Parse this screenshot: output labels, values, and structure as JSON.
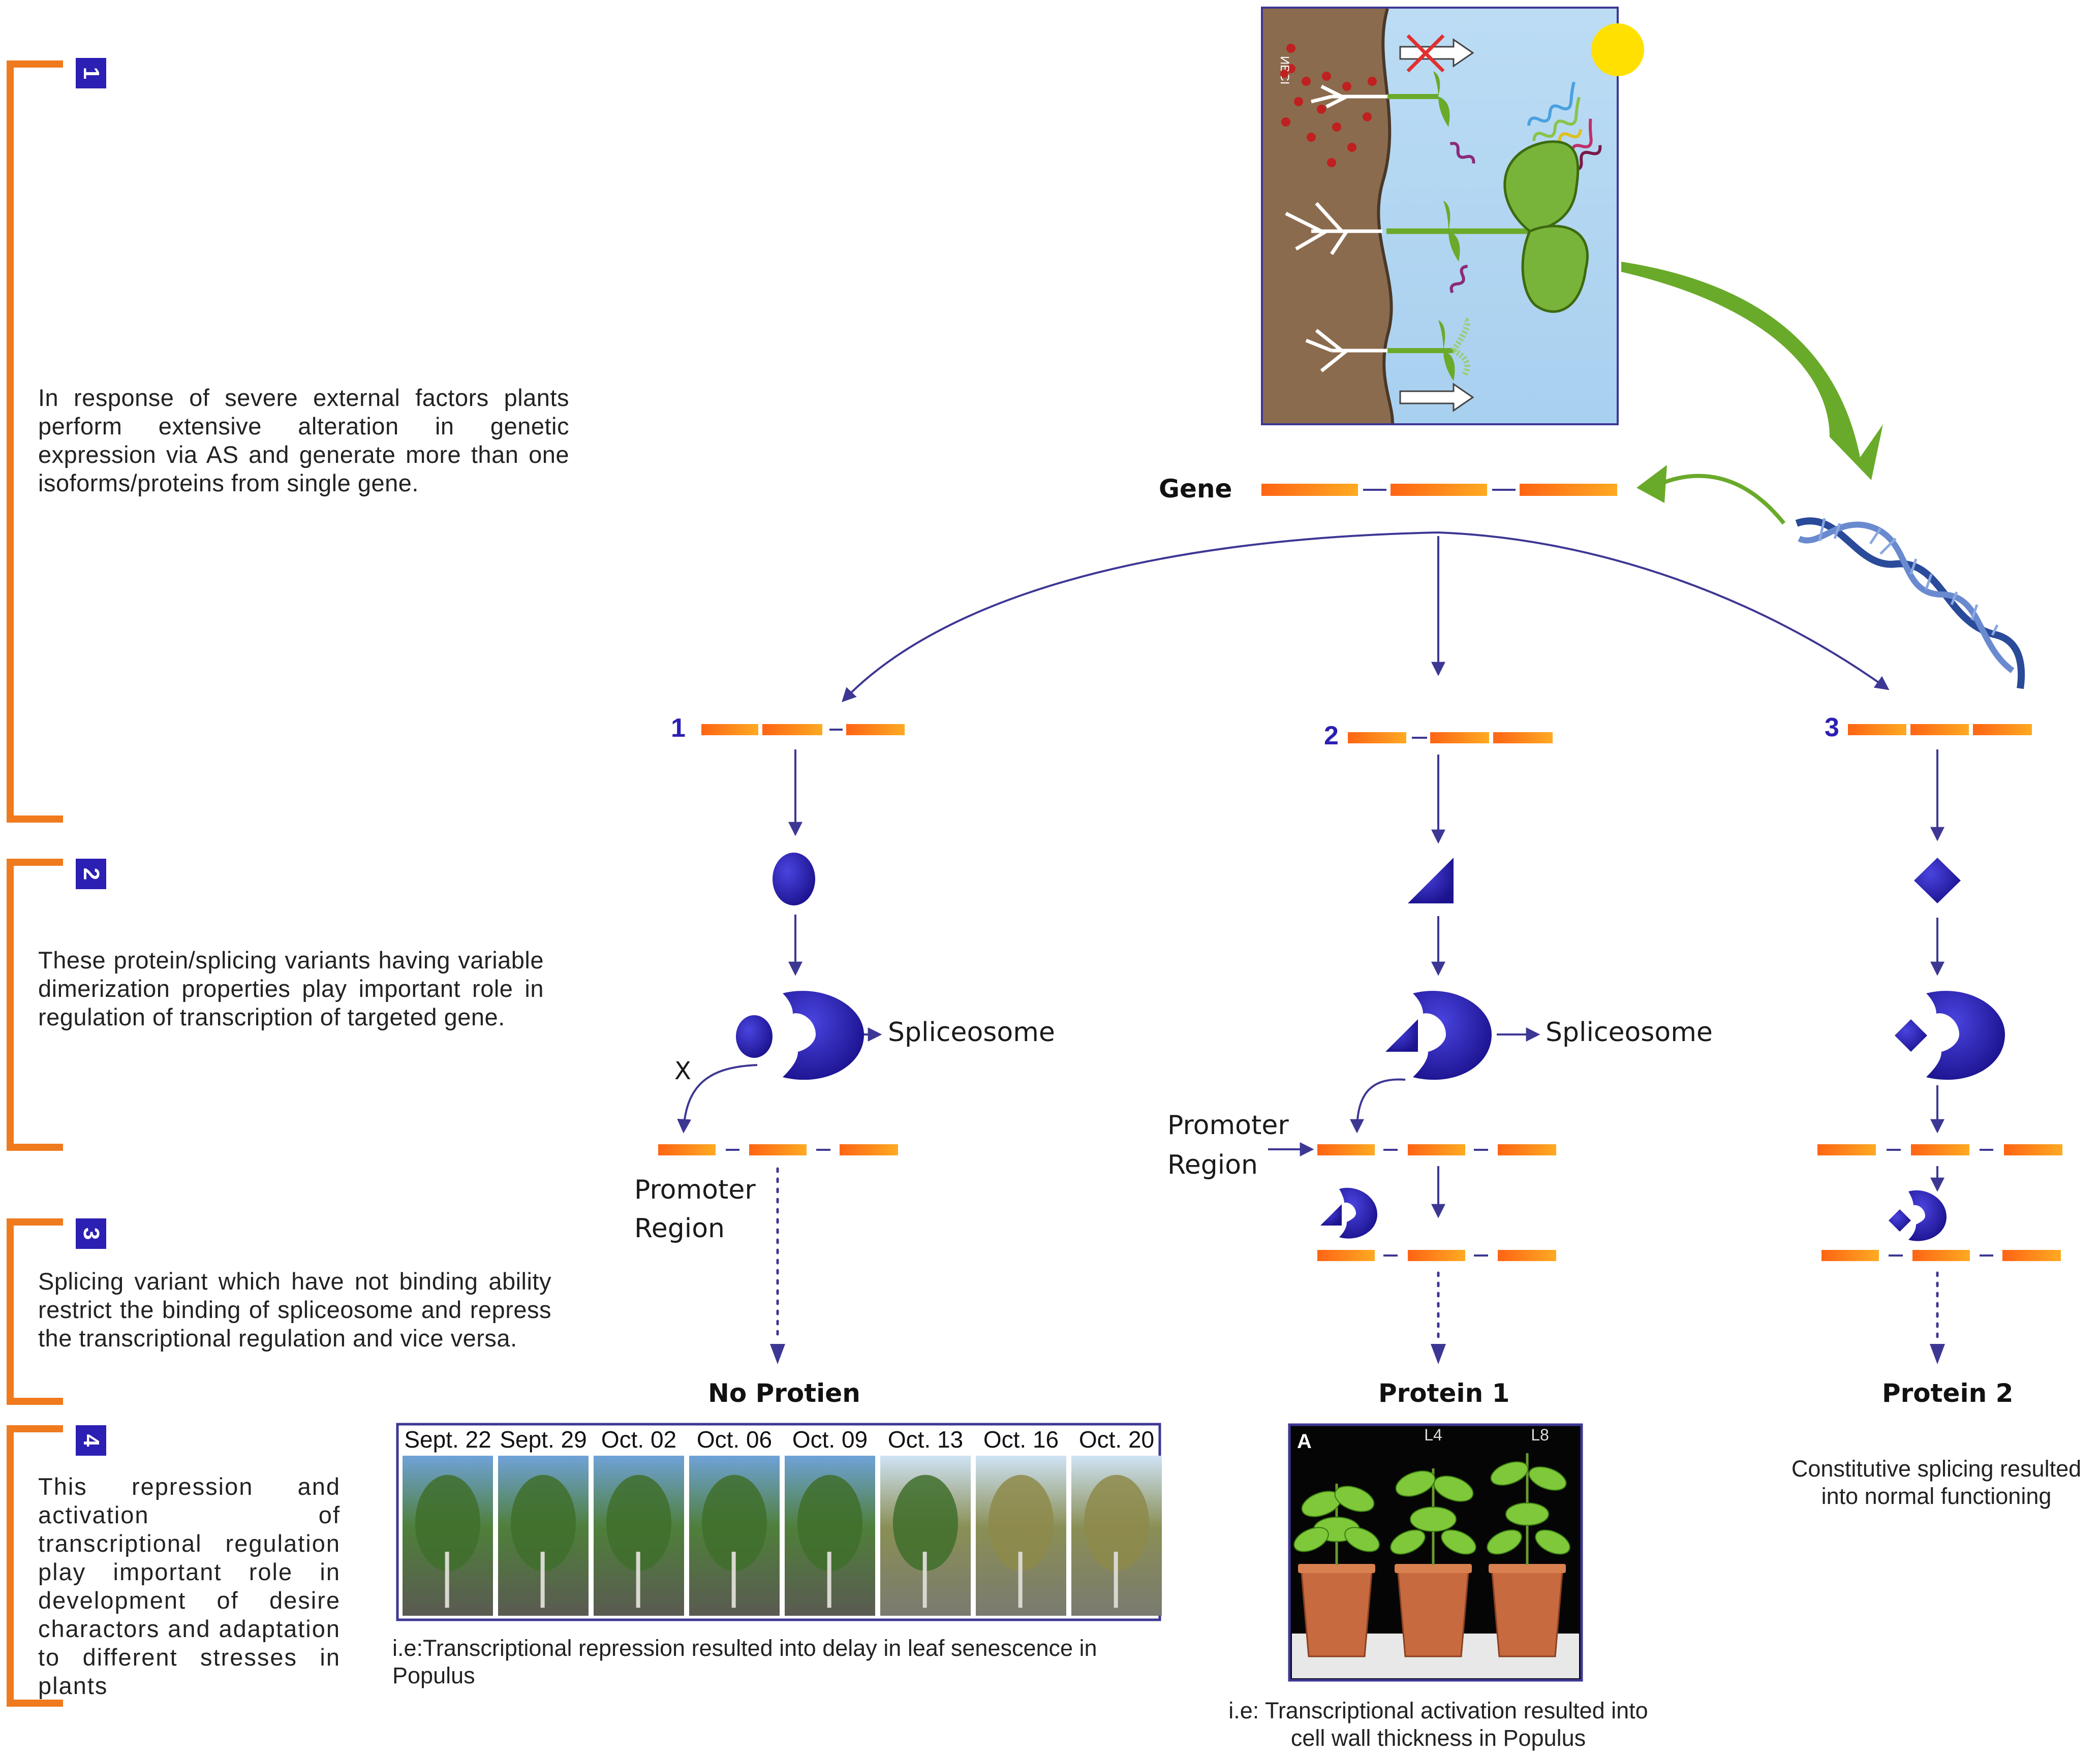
{
  "steps": [
    {
      "badge": "1",
      "text": "In response of severe external factors plants perform extensive alteration in genetic expression via AS and generate more than one isoforms/proteins from single gene."
    },
    {
      "badge": "2",
      "text": "These protein/splicing variants having variable dimerization properties play important role in regulation of transcription of targeted gene."
    },
    {
      "badge": "3",
      "text": "Splicing variant which have not binding ability restrict the binding of spliceosome and repress the transcriptional regulation and vice versa."
    },
    {
      "badge": "4",
      "text": "This repression and activation of transcriptional regulation play important role in development of desire charactors and adaptation to different stresses in plants"
    }
  ],
  "gene_label": "Gene",
  "isoform_numbers": [
    "1",
    "2",
    "3"
  ],
  "spliceosome_label": "Spliceosome",
  "promoter_label_line1": "Promoter",
  "promoter_label_line2": "Region",
  "block_mark": "X",
  "outcomes": {
    "left": "No Protien",
    "middle": "Protein 1",
    "right": "Protein 2"
  },
  "dates": [
    "Sept. 22",
    "Sept. 29",
    "Oct. 02",
    "Oct. 06",
    "Oct. 09",
    "Oct. 13",
    "Oct. 16",
    "Oct. 20"
  ],
  "photo_labels": {
    "panel": "A",
    "l4": "L4",
    "l8": "L8"
  },
  "captions": {
    "left": "i.e:Transcriptional repression resulted into delay in leaf senescence in Populus",
    "middle": "i.e: Transcriptional activation resulted into  cell wall thickness in Populus",
    "right": "Constitutive splicing resulted into normal functioning"
  },
  "illustration_label": "ИВСІ",
  "colors": {
    "bracket": "#f07a1e",
    "badge": "#2c1fb3",
    "arrow": "#3d3794",
    "protein": "#2c1fb3",
    "exon_start": "#ff6a14",
    "exon_end": "#ffa31a",
    "green_arrow": "#6aaa2a"
  },
  "icons": [
    "plant-stress-illustration",
    "dna-helix-icon",
    "green-curved-arrow",
    "spliceosome-icon"
  ]
}
